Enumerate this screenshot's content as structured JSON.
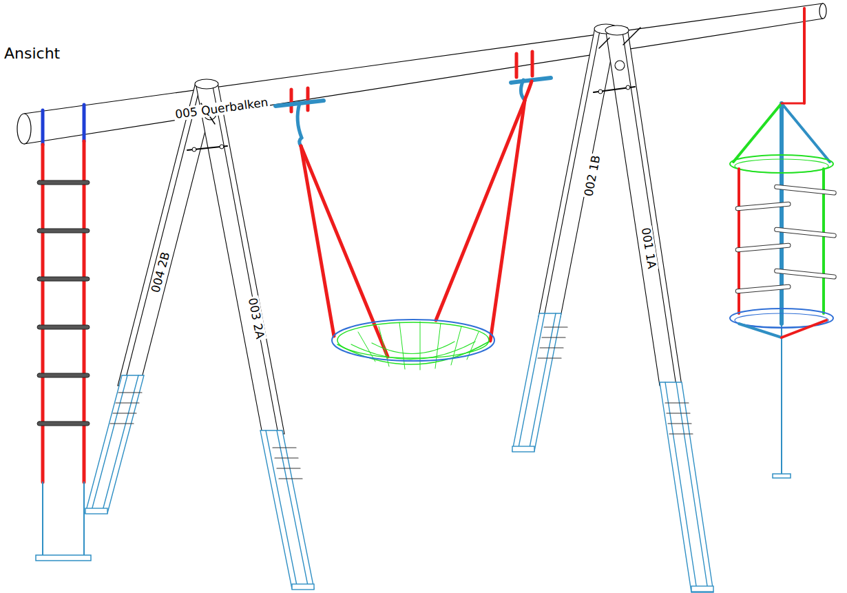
{
  "diagram": {
    "labels": [
      "Ansicht",
      "005 Querbalken",
      "004 2B",
      "003 2A",
      "002 1B",
      "001 1A"
    ]
  }
}
